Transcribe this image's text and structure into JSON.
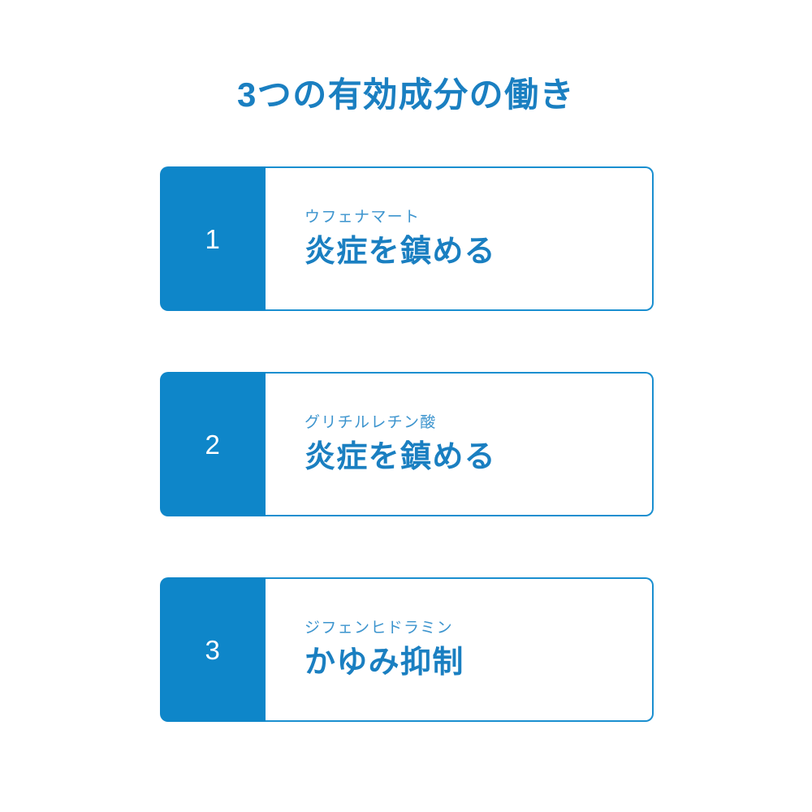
{
  "page": {
    "background_color": "#ffffff",
    "title": "3つの有効成分の働き",
    "title_color": "#1a7fc1"
  },
  "theme": {
    "primary_blue": "#0e86c9",
    "border_blue": "#1a8fd0",
    "heading_blue": "#1a7fc1",
    "label_blue": "#3c94ce",
    "number_text_color": "#ffffff"
  },
  "cards": [
    {
      "number": "1",
      "ingredient_name": "ウフェナマート",
      "effect": "炎症を鎮める"
    },
    {
      "number": "2",
      "ingredient_name": "グリチルレチン酸",
      "effect": "炎症を鎮める"
    },
    {
      "number": "3",
      "ingredient_name": "ジフェンヒドラミン",
      "effect": "かゆみ抑制"
    }
  ]
}
